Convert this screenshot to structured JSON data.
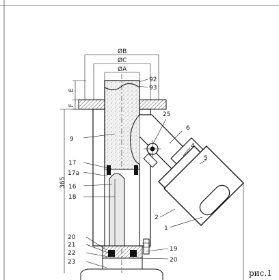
{
  "figure": {
    "caption": "рис.1",
    "dimensions": {
      "dia_b": "ØB",
      "dia_c": "ØC",
      "dia_a": "ØA",
      "height": "365",
      "e_upper": "E",
      "f_lower": "F"
    },
    "callouts": {
      "c92": "92",
      "c93": "93",
      "c25": "25",
      "c6": "6",
      "c4": "4",
      "c5": "5",
      "c9": "9",
      "c17": "17",
      "c17a": "17a",
      "c16": "16",
      "c18": "18",
      "c2": "2",
      "c1": "1",
      "c20a": "20",
      "c21": "21",
      "c22": "22",
      "c23": "23",
      "c19": "19",
      "c20b": "20"
    }
  }
}
